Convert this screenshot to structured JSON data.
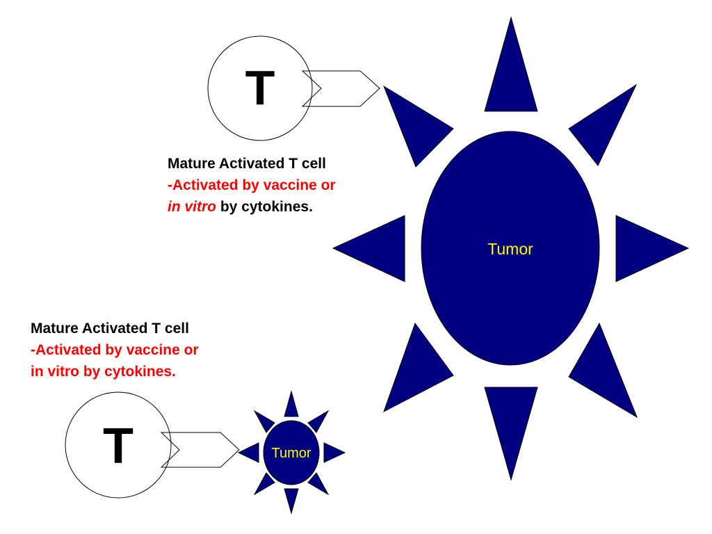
{
  "colors": {
    "tumor_fill": "#000080",
    "tumor_label": "#ffff00",
    "caption_title": "#000000",
    "caption_highlight": "#ff0000",
    "outline": "#000000"
  },
  "top_group": {
    "t_cell_label": "T",
    "tumor_label": "Tumor",
    "caption": {
      "title": "Mature Activated T cell",
      "line2": "-Activated by vaccine or",
      "line3_italic": "in vitro",
      "line3_rest": " by cytokines."
    }
  },
  "bottom_group": {
    "t_cell_label": "T",
    "tumor_label": "Tumor",
    "caption": {
      "title": "Mature Activated T cell",
      "line2": "-Activated by vaccine or",
      "line3": "in vitro by cytokines."
    }
  }
}
